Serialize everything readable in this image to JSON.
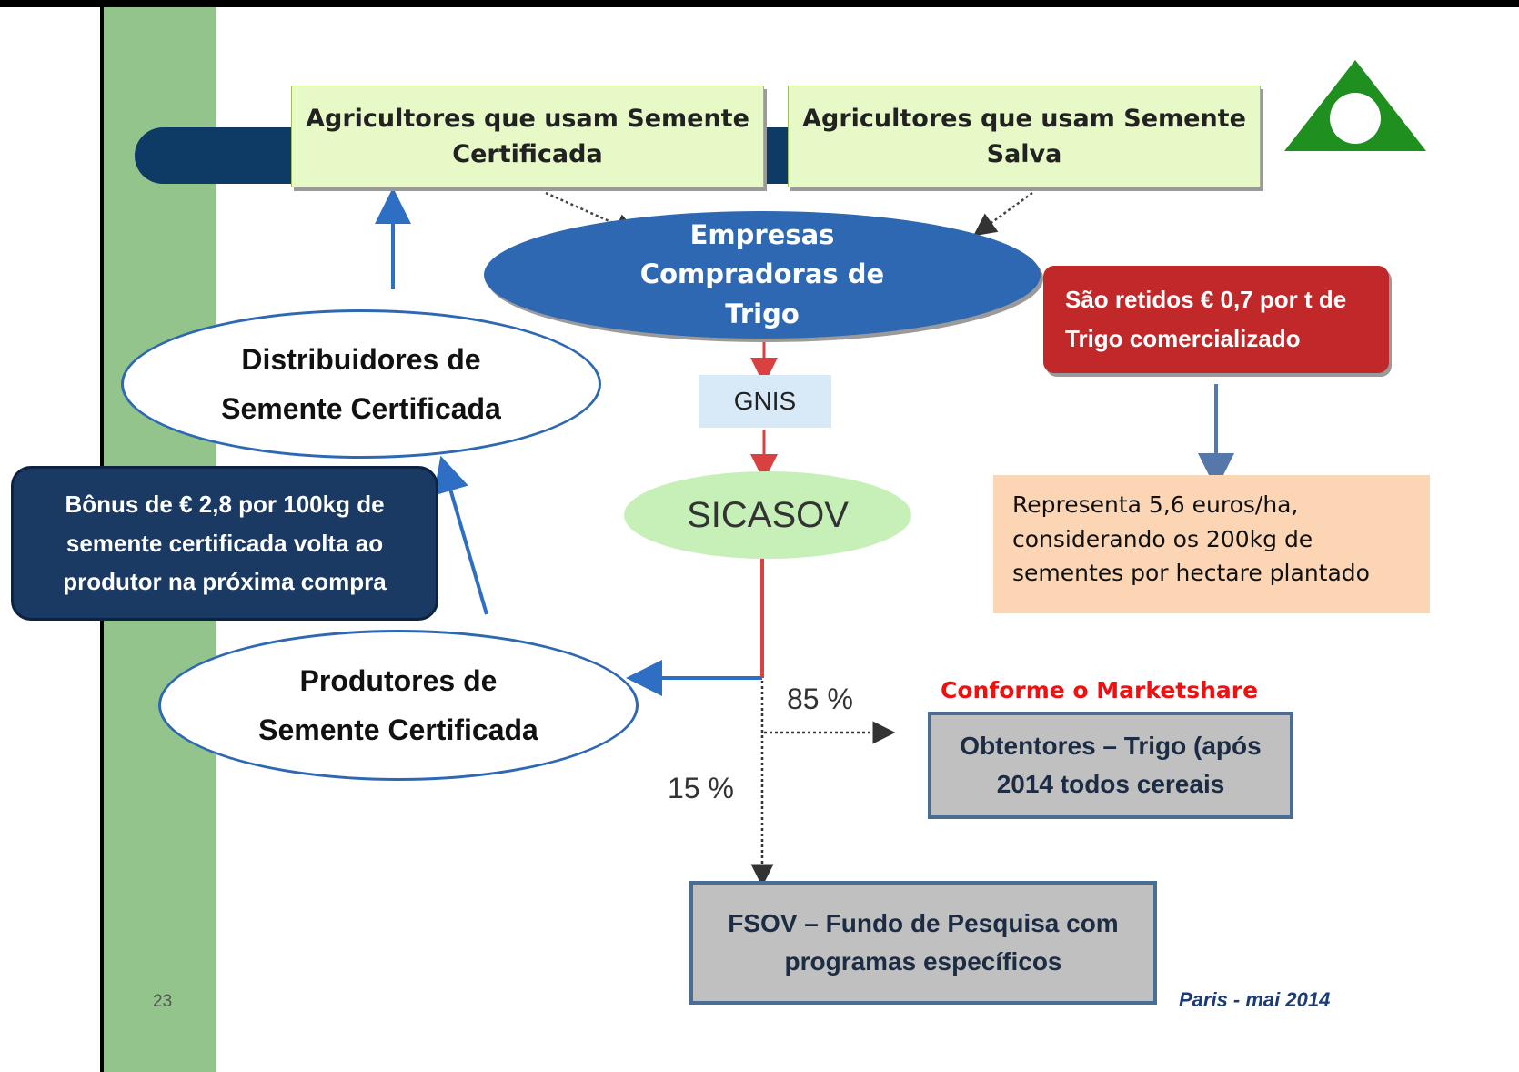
{
  "nodes": {
    "farmers_certified": "Agricultores que usam Semente Certificada",
    "farmers_saved": "Agricultores que usam Semente Salva",
    "buyers": "Empresas Compradoras de Trigo",
    "retention": "São retidos € 0,7 por t de Trigo comercializado",
    "distributors": "Distribuidores de Semente Certificada",
    "gnis": "GNIS",
    "sicasov": "SICASOV",
    "bonus": "Bônus de € 2,8 por 100kg de semente certificada volta ao produtor na próxima compra",
    "represents": "Representa 5,6 euros/ha, considerando os 200kg de sementes por hectare plantado",
    "producers": "Produtores de Semente Certificada",
    "conforme": "Conforme o Marketshare",
    "obtentores": "Obtentores – Trigo (após 2014 todos cereais",
    "fsov": "FSOV – Fundo de Pesquisa com programas específicos"
  },
  "percentages": {
    "p85": "85 %",
    "p15": "15 %"
  },
  "footer": {
    "page_number": "23",
    "place_date": "Paris - mai 2014"
  },
  "colors": {
    "sidebar": "#93c48b",
    "navy": "#0e3a66",
    "blue": "#2e68b2",
    "red": "#c0282a",
    "logo_green": "#1f8f1f"
  }
}
